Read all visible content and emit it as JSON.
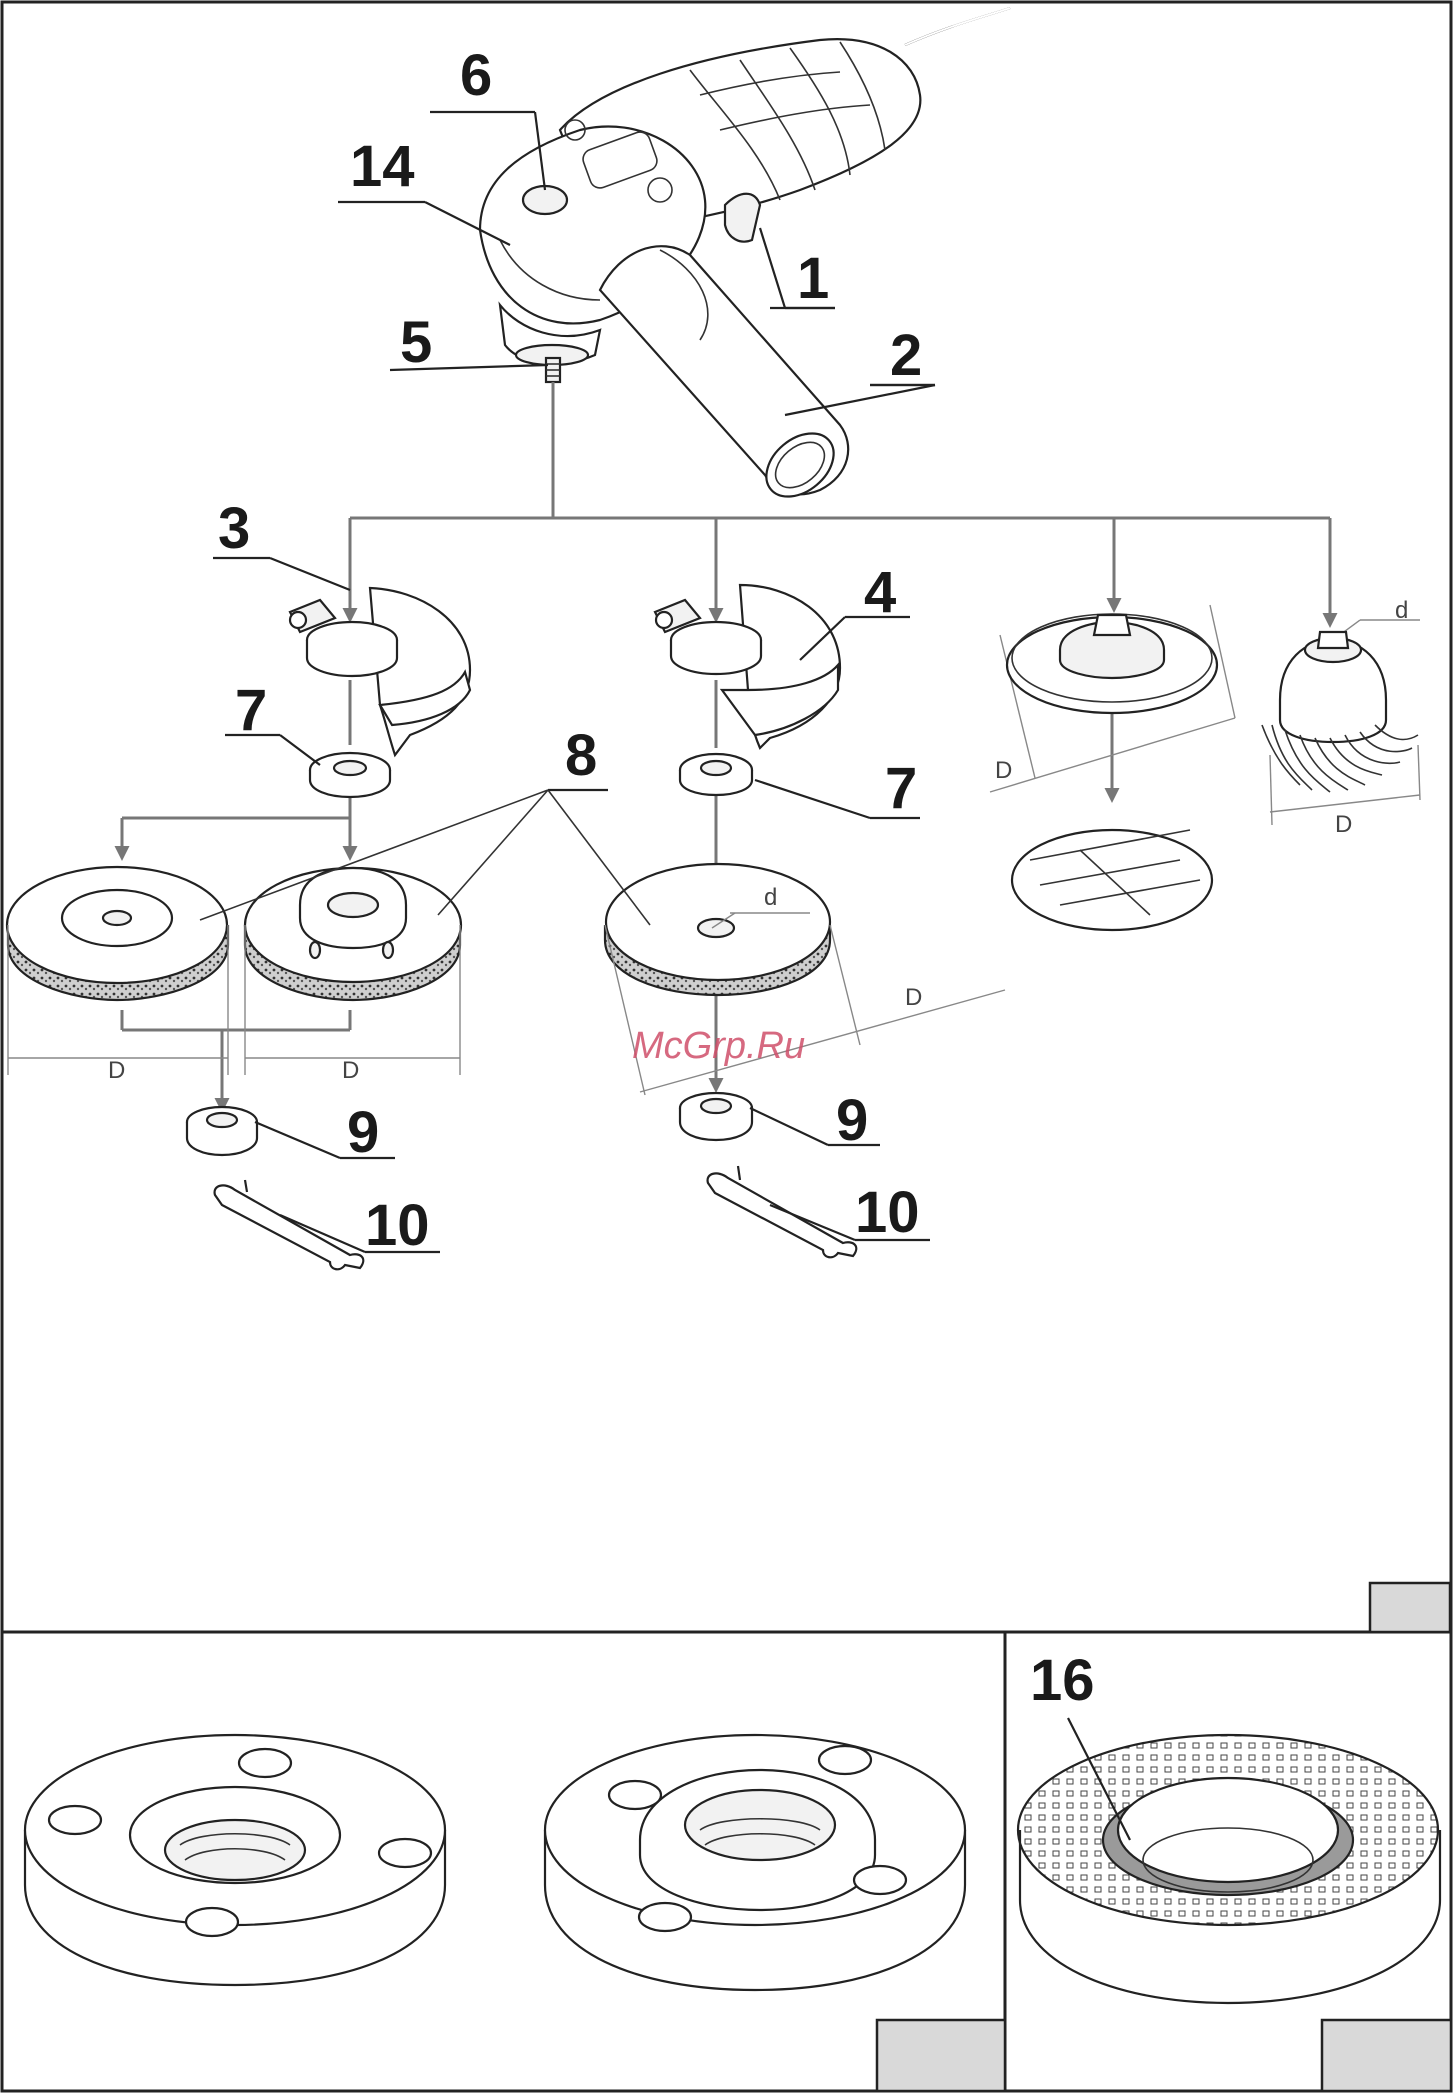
{
  "labels": {
    "p1": "1",
    "p2": "2",
    "p3": "3",
    "p4": "4",
    "p5": "5",
    "p6": "6",
    "p7a": "7",
    "p7b": "7",
    "p8": "8",
    "p9a": "9",
    "p9b": "9",
    "p10a": "10",
    "p10b": "10",
    "p14": "14",
    "p16": "16"
  },
  "dimensions": {
    "D_wheel1": "D",
    "D_wheel2": "D",
    "D_cut": "D",
    "d_cut": "d",
    "D_pad": "D",
    "d_brush": "d",
    "D_brush": "D"
  },
  "watermark": "McGrp.Ru",
  "colors": {
    "line": "#222222",
    "arrow": "#777777",
    "tab": "#d9d9d9",
    "watermark": "#d0506a"
  }
}
